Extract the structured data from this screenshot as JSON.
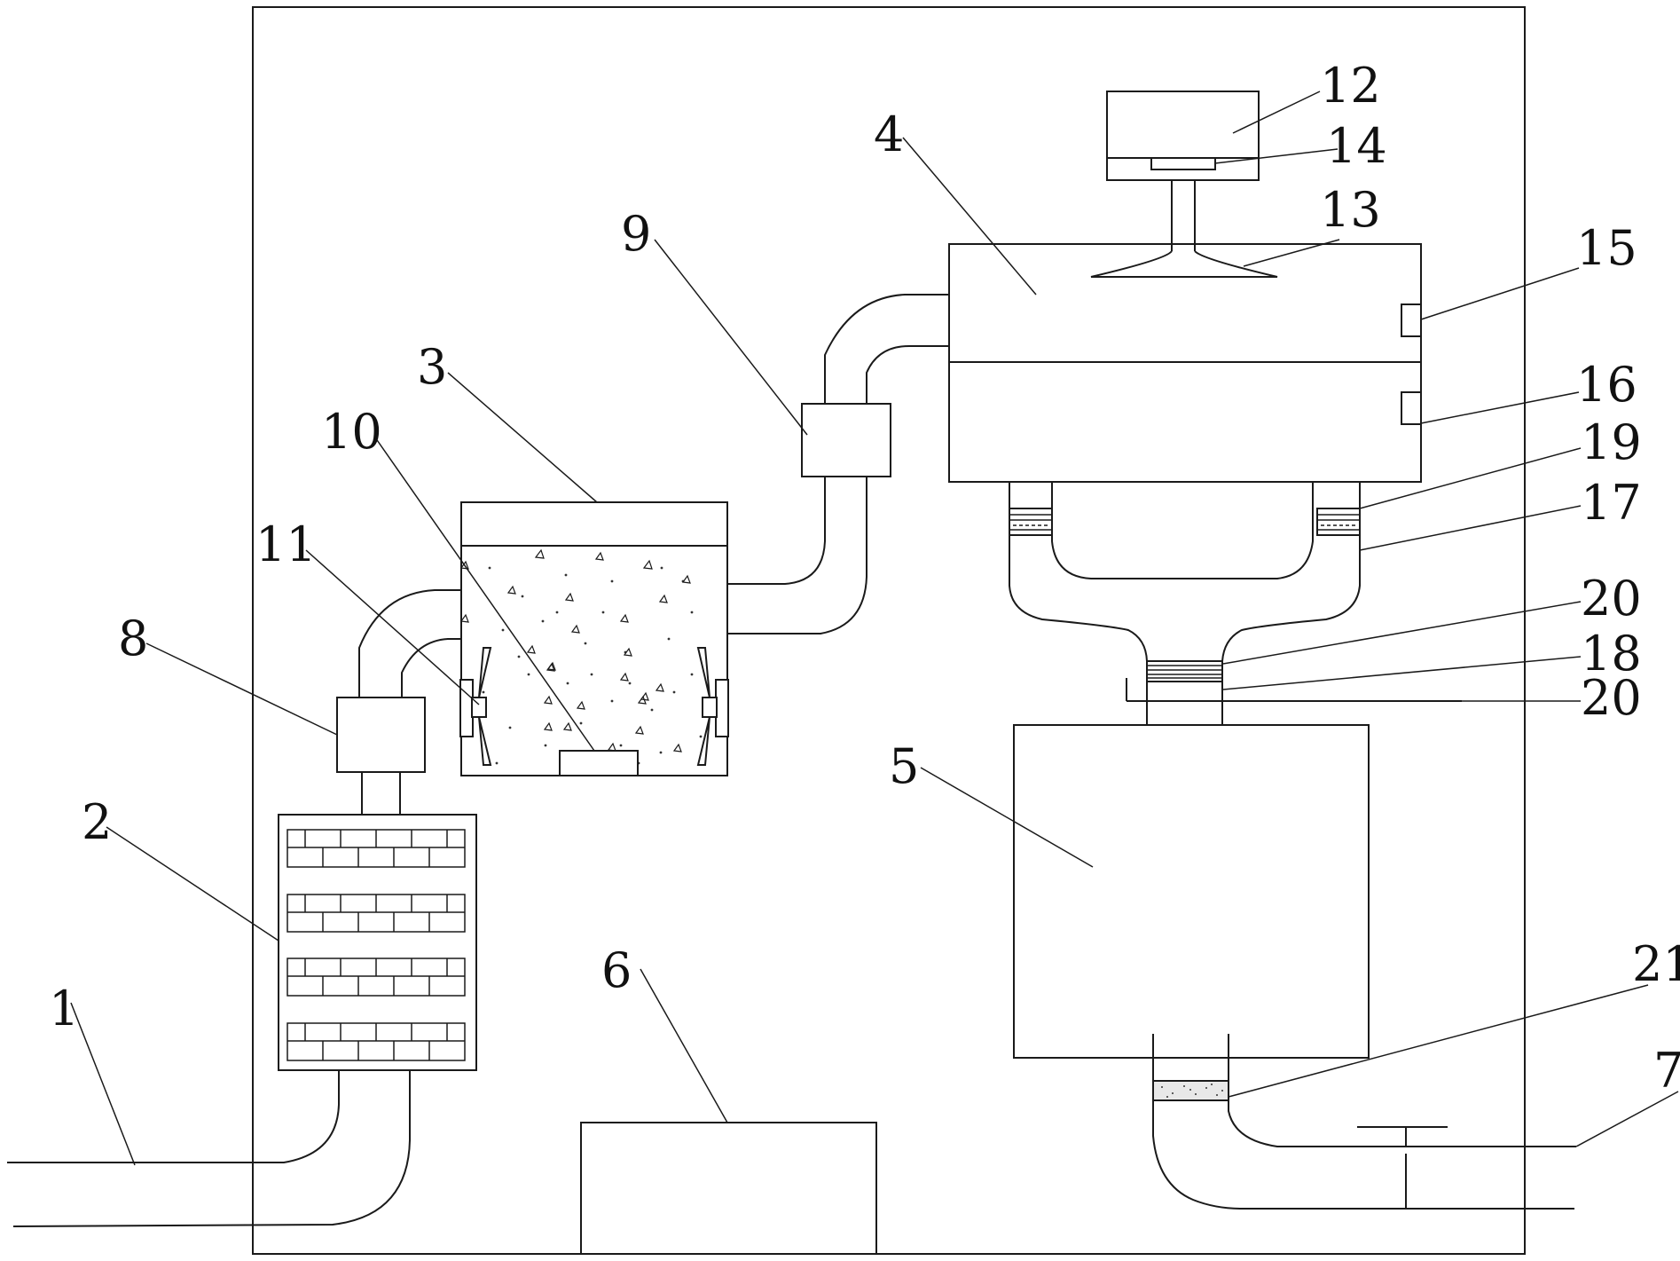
{
  "labels": {
    "l1": "1",
    "l2": "2",
    "l3": "3",
    "l4": "4",
    "l5": "5",
    "l6": "6",
    "l7": "7",
    "l8": "8",
    "l9": "9",
    "l10": "10",
    "l11": "11",
    "l12": "12",
    "l13": "13",
    "l14": "14",
    "l15": "15",
    "l16": "16",
    "l17": "17",
    "l18": "18",
    "l19": "19",
    "l20a": "20",
    "l20b": "20",
    "l21": "21"
  },
  "style": {
    "line_color": "#1a1a1a",
    "background": "#ffffff"
  }
}
